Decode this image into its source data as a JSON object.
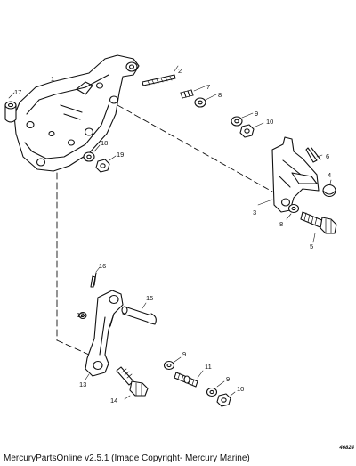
{
  "diagram": {
    "callouts": [
      "1",
      "2",
      "3",
      "4",
      "5",
      "6",
      "7",
      "8",
      "8",
      "9",
      "9",
      "9",
      "10",
      "10",
      "11",
      "12",
      "13",
      "14",
      "15",
      "16",
      "17",
      "18",
      "19"
    ],
    "drawing_number": "46824"
  },
  "footer": {
    "caption": "MercuryPartsOnline v2.5.1 (Image Copyright- Mercury Marine)"
  }
}
